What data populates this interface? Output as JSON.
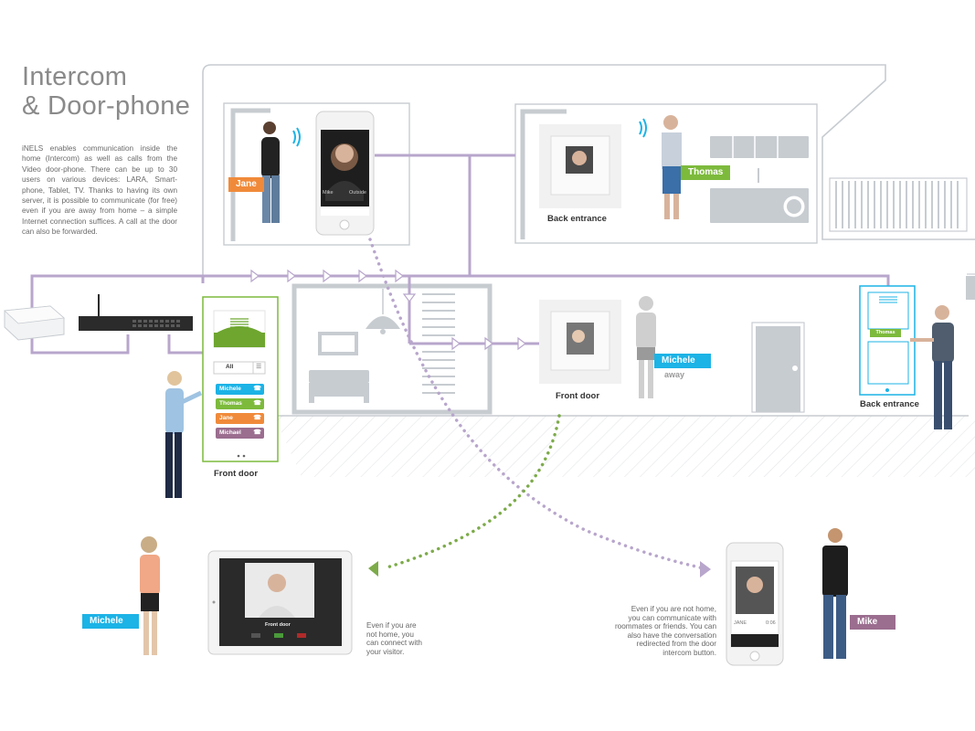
{
  "header": {
    "title_line1": "Intercom",
    "title_line2": "& Door-phone",
    "intro": "iNELS enables communication inside the home (Intercom) as well as calls from the Video door-phone. There can be up to 30 users on various devices: LARA, Smart-phone, Tablet, TV. Thanks to having its own server, it is possible to communicate (for free) even if you are away from home – a simple Internet connection suffices. A call at the door can also be forwarded."
  },
  "people": {
    "jane": "Jane",
    "thomas": "Thomas",
    "michele_top": "Michele",
    "michele_status": "away",
    "michele_bottom": "Michele",
    "mike": "Mike"
  },
  "captions": {
    "back_entrance_top": "Back entrance",
    "front_door_mid": "Front door",
    "front_door_left": "Front door",
    "back_entrance_right": "Back entrance"
  },
  "phone_top": {
    "left_label": "Mike",
    "right_label": "Outside"
  },
  "door_panel": {
    "filter_label": "All",
    "contacts": [
      {
        "name": "Michele",
        "color": "#1cb3e6"
      },
      {
        "name": "Thomas",
        "color": "#7dba3c"
      },
      {
        "name": "Jane",
        "color": "#f08a3a"
      },
      {
        "name": "Michael",
        "color": "#9b6d8f"
      }
    ]
  },
  "right_panel": {
    "name_label": "Thomas"
  },
  "tablet": {
    "screen_label": "Front door"
  },
  "phone_bottom": {
    "left_label": "JANE",
    "right_label": "0:06"
  },
  "notes": {
    "tablet_note": "Even if you are\nnot home, you\ncan connect with\nyour visitor.",
    "phone_note": "Even if you are not home,\nyou can communicate with\nroommates or friends. You can\nalso have the conversation\nredirected from the door\nintercom button."
  },
  "colors": {
    "line": "#b8a6cc",
    "house_outline": "#c7ccd1",
    "green_dots": "#7dab4a",
    "purple_dots": "#b8a6cc"
  }
}
